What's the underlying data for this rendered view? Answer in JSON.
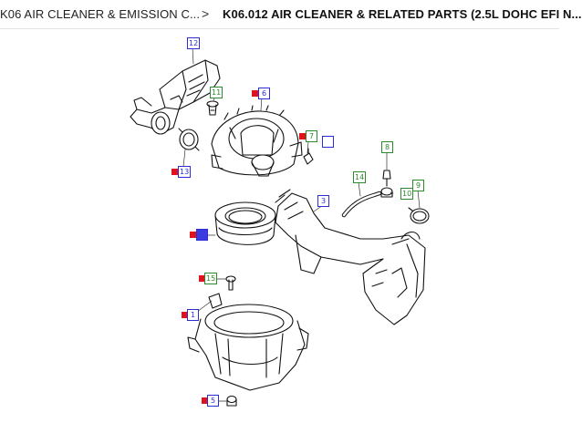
{
  "breadcrumb": {
    "parent": "K06 AIR CLEANER & EMISSION C...",
    "separator": ">",
    "current": "K06.012 AIR CLEANER & RELATED PARTS (2.5L DOHC EFI N..."
  },
  "callouts": {
    "c12": "12",
    "c11": "11",
    "c6": "6",
    "c7": "7",
    "c8": "8",
    "c13": "13",
    "c14": "14",
    "c9": "9",
    "c10": "10",
    "c3": "3",
    "c15": "15",
    "c1": "1",
    "c5": "5"
  },
  "colors": {
    "callout_blue": "#2d2dd8",
    "callout_green": "#2b8a2b",
    "marker_red": "#e0121b"
  }
}
